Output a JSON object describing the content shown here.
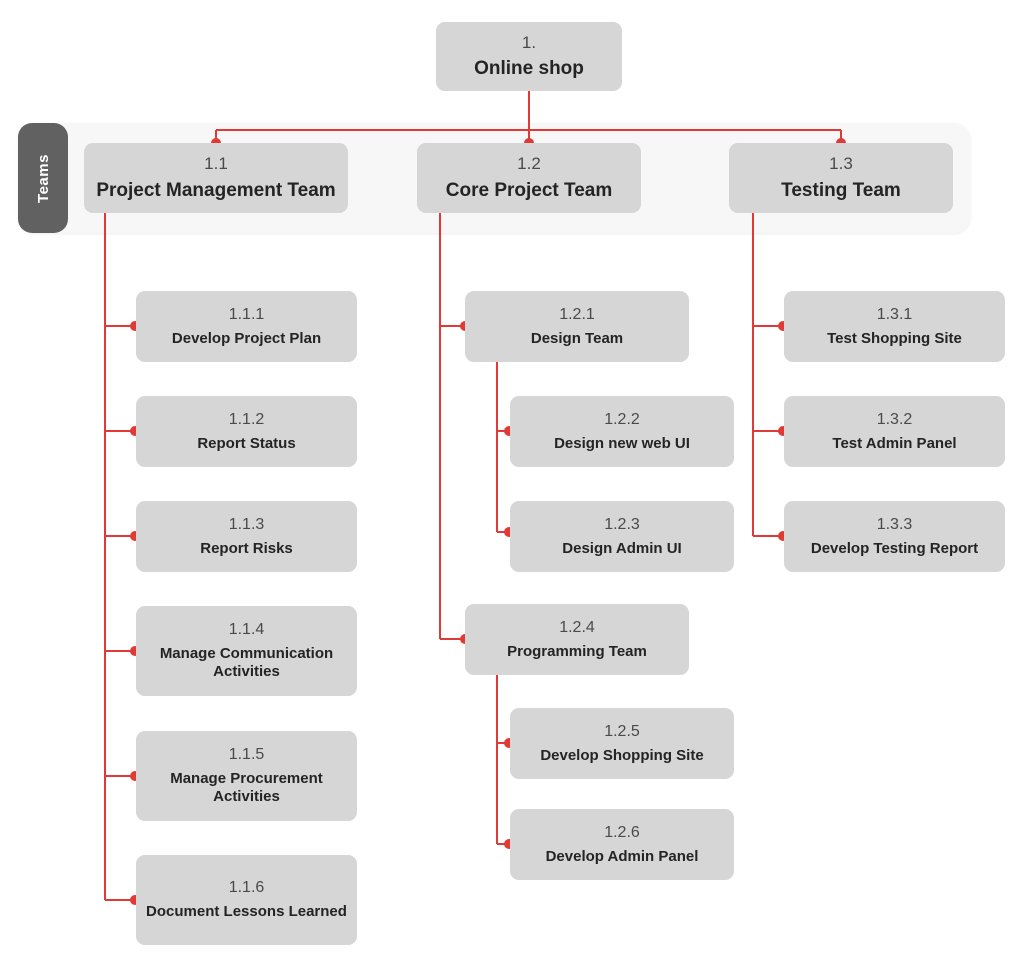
{
  "diagram": {
    "title_tab": "Teams",
    "accent_color": "#e03a36",
    "card_color": "#d6d6d6",
    "panel_color": "#f7f7f7",
    "tab_color": "#616161"
  },
  "root": {
    "num": "1.",
    "title": "Online shop"
  },
  "teams": [
    {
      "num": "1.1",
      "title": "Project Management Team"
    },
    {
      "num": "1.2",
      "title": "Core Project Team"
    },
    {
      "num": "1.3",
      "title": "Testing Team"
    }
  ],
  "tasks": {
    "pm": [
      {
        "num": "1.1.1",
        "title": "Develop Project Plan"
      },
      {
        "num": "1.1.2",
        "title": "Report Status"
      },
      {
        "num": "1.1.3",
        "title": "Report Risks"
      },
      {
        "num": "1.1.4",
        "title": "Manage Communication Activities"
      },
      {
        "num": "1.1.5",
        "title": "Manage Procurement Activities"
      },
      {
        "num": "1.1.6",
        "title": "Document Lessons Learned"
      }
    ],
    "core": [
      {
        "num": "1.2.1",
        "title": "Design Team"
      },
      {
        "num": "1.2.2",
        "title": "Design new web UI"
      },
      {
        "num": "1.2.3",
        "title": "Design Admin UI"
      },
      {
        "num": "1.2.4",
        "title": "Programming Team"
      },
      {
        "num": "1.2.5",
        "title": "Develop Shopping Site"
      },
      {
        "num": "1.2.6",
        "title": "Develop Admin Panel"
      }
    ],
    "testing": [
      {
        "num": "1.3.1",
        "title": "Test Shopping Site"
      },
      {
        "num": "1.3.2",
        "title": "Test Admin Panel"
      },
      {
        "num": "1.3.3",
        "title": "Develop Testing Report"
      }
    ]
  }
}
